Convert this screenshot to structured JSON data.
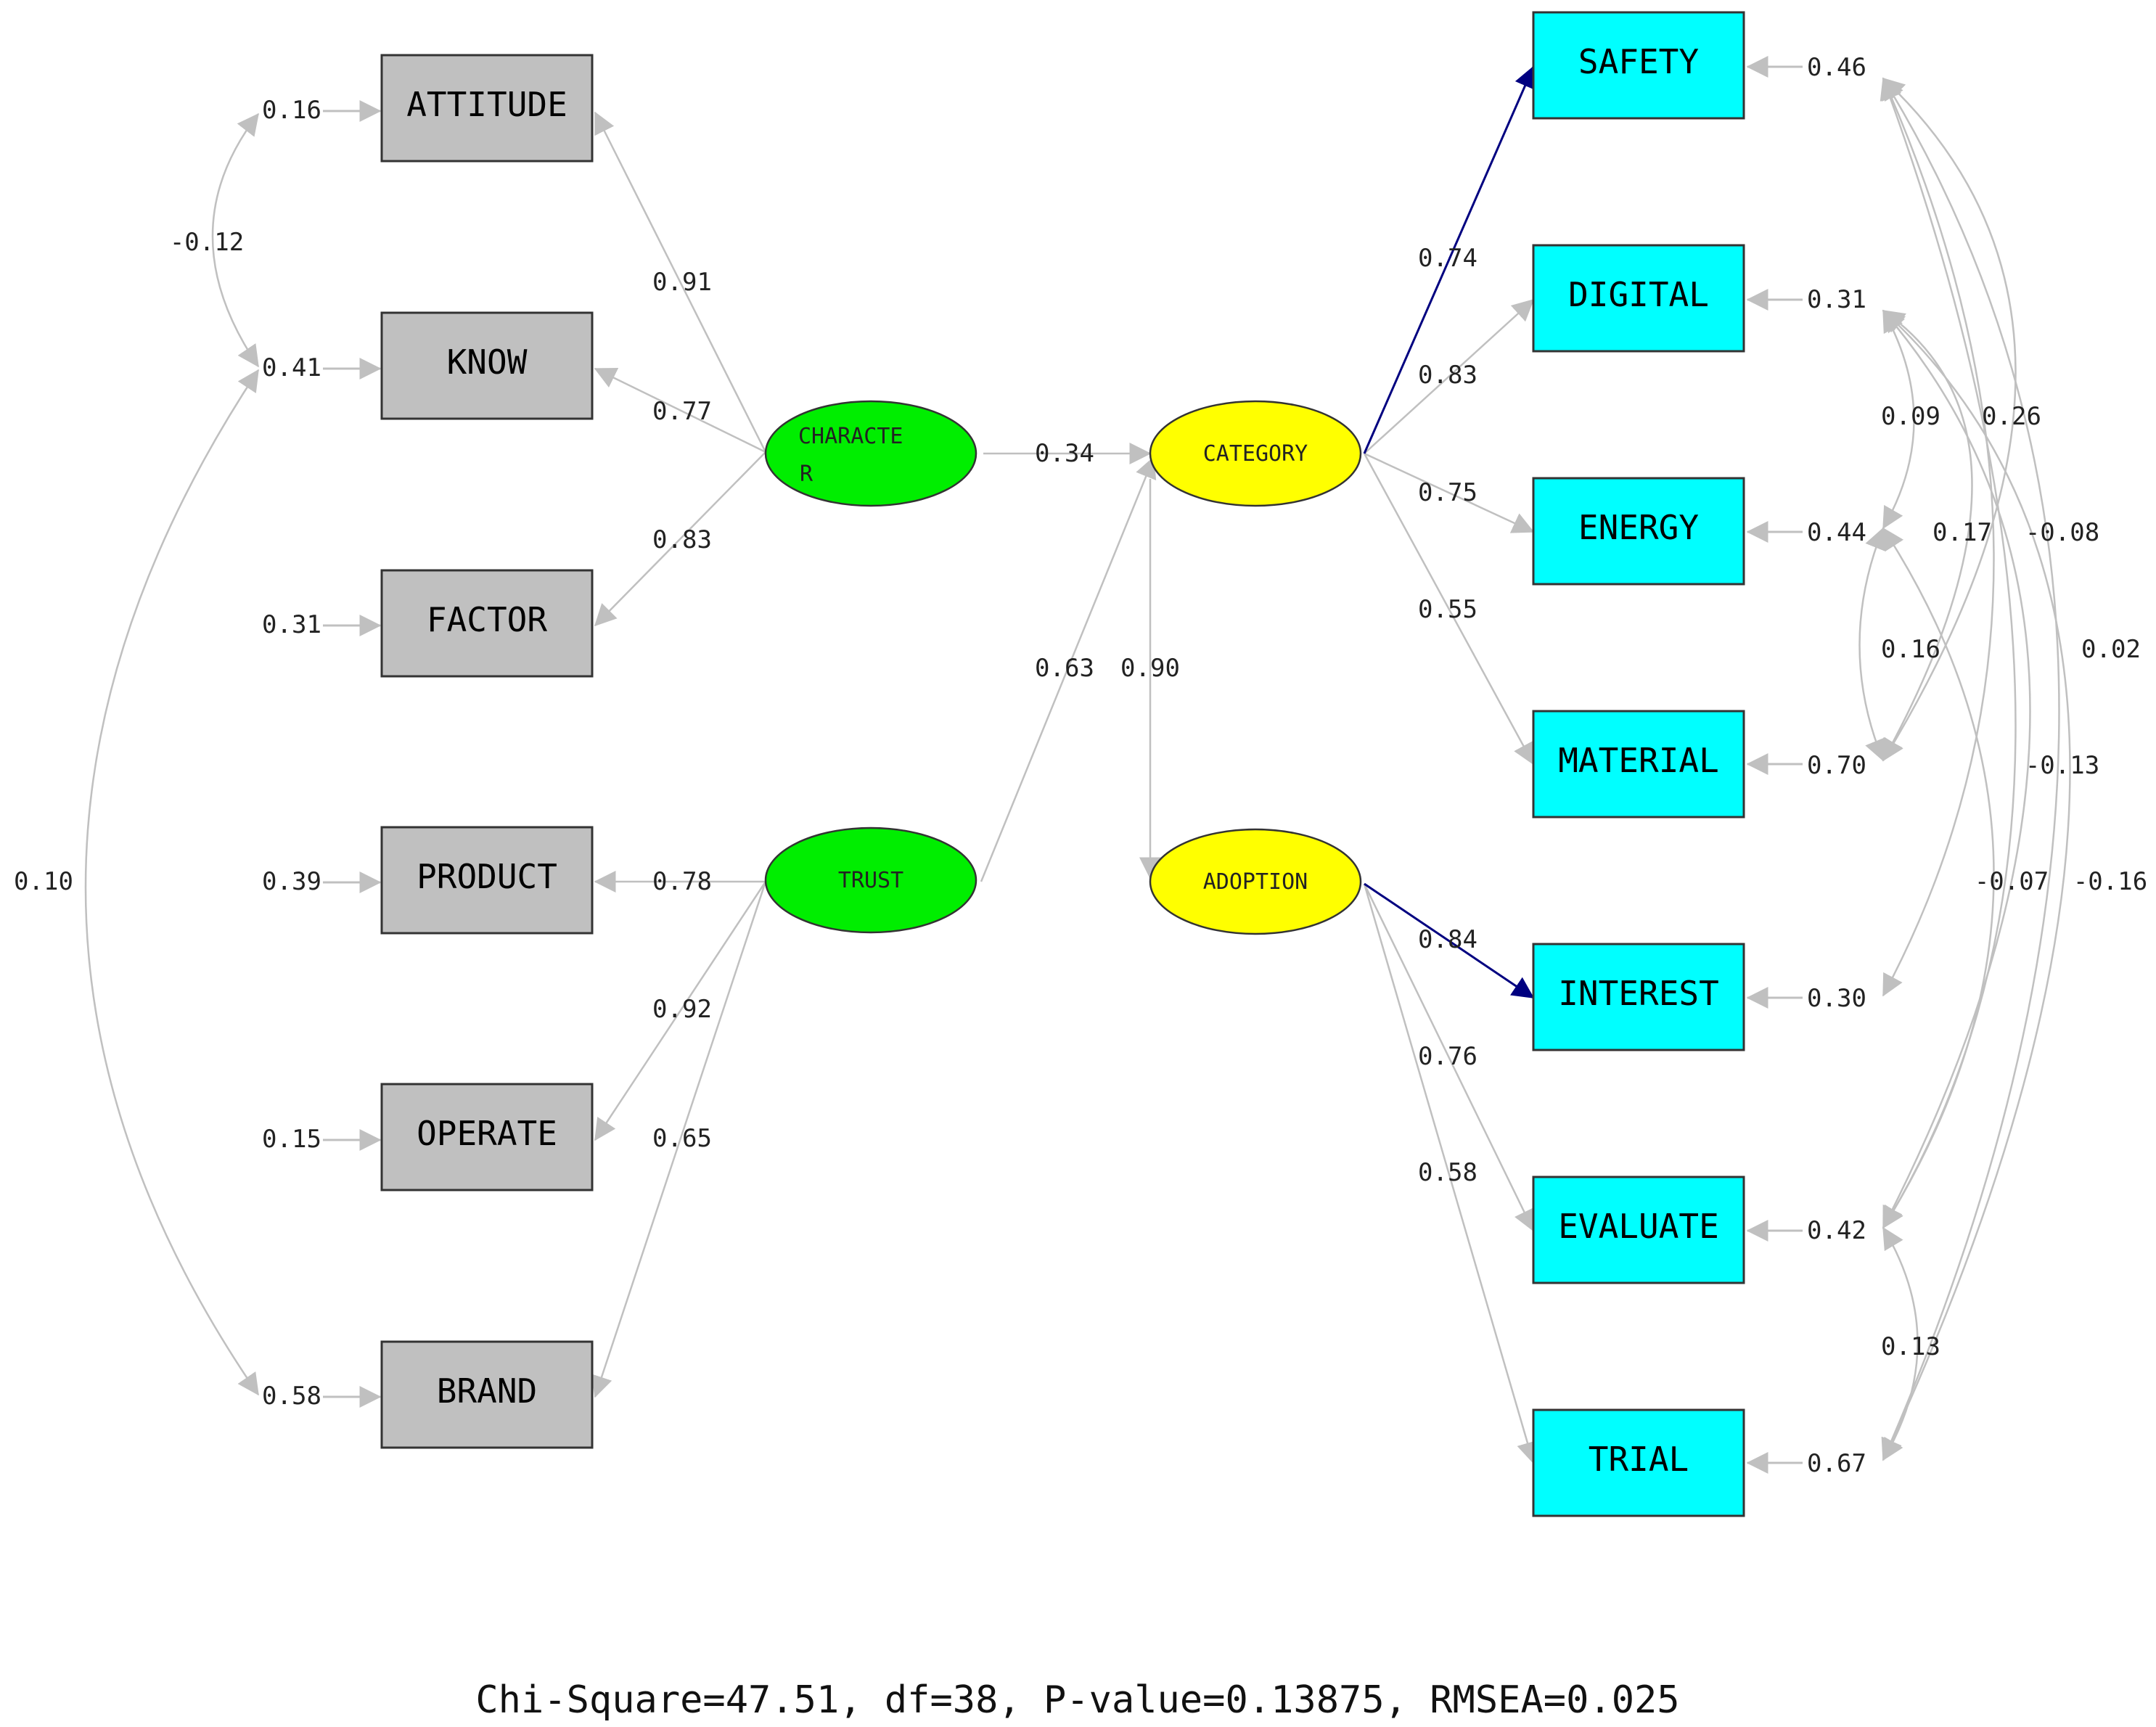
{
  "observed_left": [
    {
      "id": "attitude",
      "label": "ATTITUDE",
      "error": "0.16"
    },
    {
      "id": "know",
      "label": "KNOW",
      "error": "0.41"
    },
    {
      "id": "factor",
      "label": "FACTOR",
      "error": "0.31"
    },
    {
      "id": "product",
      "label": "PRODUCT",
      "error": "0.39"
    },
    {
      "id": "operate",
      "label": "OPERATE",
      "error": "0.15"
    },
    {
      "id": "brand",
      "label": "BRAND",
      "error": "0.58"
    }
  ],
  "observed_right": [
    {
      "id": "safety",
      "label": "SAFETY",
      "error": "0.46"
    },
    {
      "id": "digital",
      "label": "DIGITAL",
      "error": "0.31"
    },
    {
      "id": "energy",
      "label": "ENERGY",
      "error": "0.44"
    },
    {
      "id": "material",
      "label": "MATERIAL",
      "error": "0.70"
    },
    {
      "id": "interest",
      "label": "INTEREST",
      "error": "0.30"
    },
    {
      "id": "evaluate",
      "label": "EVALUATE",
      "error": "0.42"
    },
    {
      "id": "trial",
      "label": "TRIAL",
      "error": "0.67"
    }
  ],
  "latent": [
    {
      "id": "character",
      "label_line1": "CHARACTE",
      "label_line2": "R",
      "color": "#00ee00"
    },
    {
      "id": "trust",
      "label": "TRUST",
      "color": "#00ee00"
    },
    {
      "id": "category",
      "label": "CATEGORY",
      "color": "#ffff00"
    },
    {
      "id": "adoption",
      "label": "ADOPTION",
      "color": "#ffff00"
    }
  ],
  "loadings": {
    "character_attitude": "0.91",
    "character_know": "0.77",
    "character_factor": "0.83",
    "trust_product": "0.78",
    "trust_operate": "0.92",
    "trust_brand": "0.65",
    "category_safety": "0.74",
    "category_digital": "0.83",
    "category_energy": "0.75",
    "category_material": "0.55",
    "adoption_interest": "0.84",
    "adoption_evaluate": "0.76",
    "adoption_trial": "0.58"
  },
  "structural": {
    "character_category": "0.34",
    "trust_category": "0.63",
    "category_adoption": "0.90"
  },
  "error_covariances": {
    "attitude_know": "-0.12",
    "know_brand": "0.10",
    "digital_energy": "0.09",
    "safety_material": "0.26",
    "digital_material": "0.17",
    "digital_evaluate": "-0.08",
    "safety_trial": "0.02",
    "energy_material": "0.16",
    "safety_evaluate": "-0.13",
    "energy_evaluate": "-0.07",
    "digital_trial": "-0.16",
    "safety_interest": "",
    "evaluate_trial": "0.13"
  },
  "fit_statistics": "Chi-Square=47.51, df=38, P-value=0.13875, RMSEA=0.025",
  "colors": {
    "observed_left_fill": "#c0c0c0",
    "observed_right_fill": "#00ffff",
    "path_gray": "#c0c0c0",
    "path_highlight": "#000080"
  }
}
